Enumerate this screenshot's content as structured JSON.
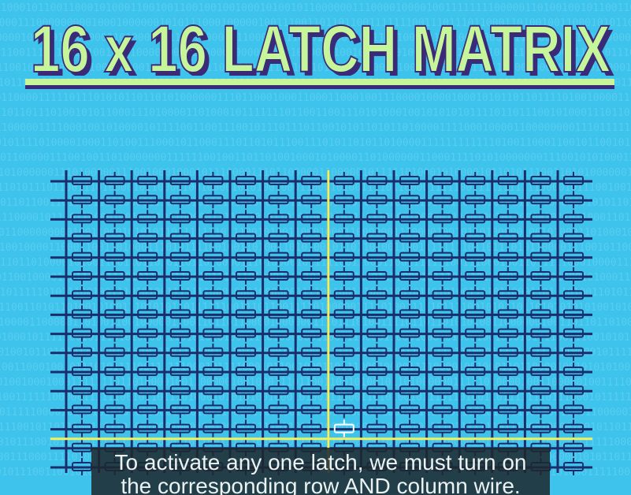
{
  "title": "16 x 16 LATCH MATRIX",
  "caption": {
    "line1": "To activate any one latch, we must turn on",
    "line2": "the corresponding row AND column wire."
  },
  "matrix": {
    "rows": 16,
    "cols": 16,
    "active_row": 13,
    "active_col": 8,
    "colors": {
      "background": "#3ec3ec",
      "title_fill": "#c6f59a",
      "title_shadow": "#3a2a78",
      "wire": "#1b2e6b",
      "active_wire": "#f3ef5e",
      "latch": "#1b2e6b",
      "active_latch": "#ffffff"
    }
  }
}
